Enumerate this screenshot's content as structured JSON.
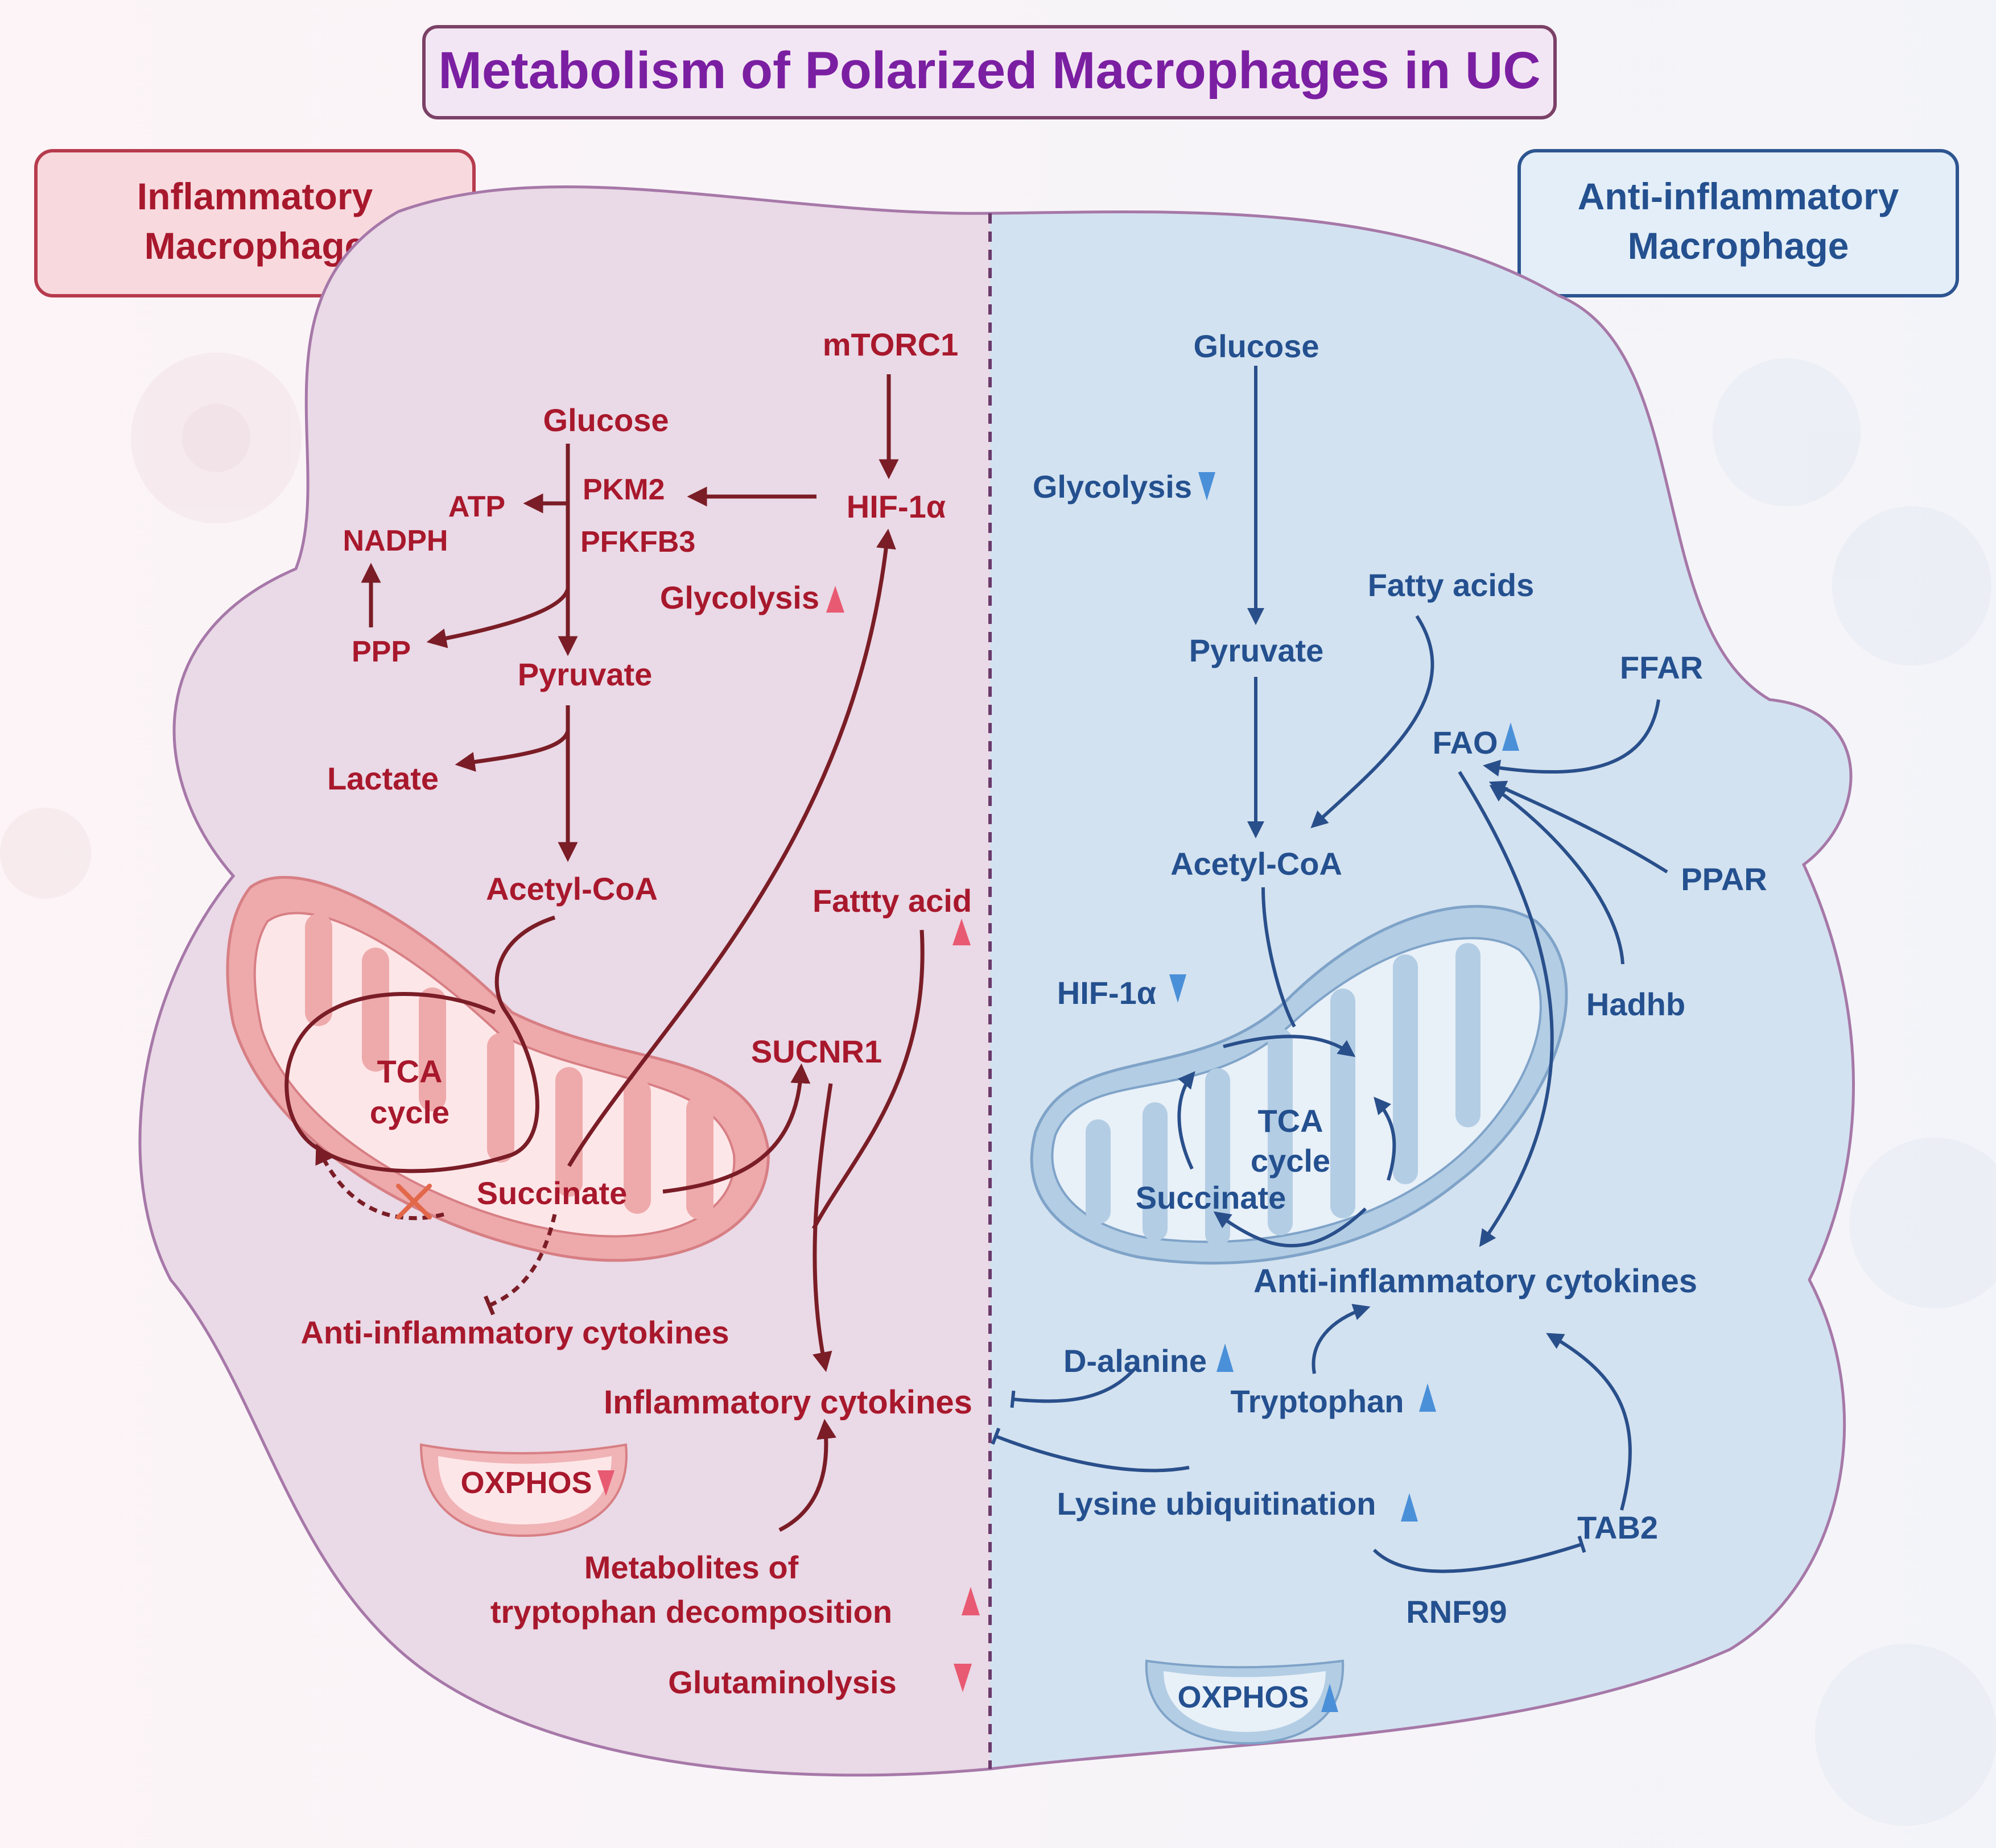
{
  "title": "Metabolism of Polarized Macrophages in UC",
  "colors": {
    "inflammatory_text": "#a8182c",
    "inflammatory_arrow": "#7a1d26",
    "inflammatory_cell": "#ead9e6",
    "anti_text": "#24508f",
    "anti_arrow": "#294f8b",
    "anti_cell": "#d3e2f0",
    "title": "#7b1fa2",
    "up_red": "#e85a72",
    "up_blue": "#4a90d9"
  },
  "inflammatory": {
    "header_line1": "Inflammatory",
    "header_line2": "Macrophage",
    "mtorc1": "mTORC1",
    "hif1a": "HIF-1α",
    "glucose": "Glucose",
    "pkm2": "PKM2",
    "pfkfb3": "PFKFB3",
    "atp": "ATP",
    "nadph": "NADPH",
    "ppp": "PPP",
    "glycolysis": "Glycolysis",
    "pyruvate": "Pyruvate",
    "lactate": "Lactate",
    "acetyl_coa": "Acetyl-CoA",
    "fatty_acid": "Fattty acid",
    "tca_line1": "TCA",
    "tca_line2": "cycle",
    "sucnr1": "SUCNR1",
    "succinate": "Succinate",
    "anti_cytokines": "Anti-inflammatory cytokines",
    "inflam_cytokines": "Inflammatory cytokines",
    "oxphos": "OXPHOS",
    "metabolites_line1": "Metabolites of",
    "metabolites_line2": "tryptophan decomposition",
    "glutaminolysis": "Glutaminolysis"
  },
  "anti": {
    "header_line1": "Anti-inflammatory",
    "header_line2": "Macrophage",
    "glucose": "Glucose",
    "glycolysis": "Glycolysis",
    "fatty_acids": "Fatty acids",
    "pyruvate": "Pyruvate",
    "ffar": "FFAR",
    "fao": "FAO",
    "acetyl_coa": "Acetyl-CoA",
    "ppar": "PPAR",
    "hif1a": "HIF-1α",
    "hadhb": "Hadhb",
    "tca_line1": "TCA",
    "tca_line2": "cycle",
    "succinate": "Succinate",
    "anti_cytokines": "Anti-inflammatory cytokines",
    "d_alanine": "D-alanine",
    "tryptophan": "Tryptophan",
    "lysine": "Lysine ubiquitination",
    "tab2": "TAB2",
    "rnf99": "RNF99",
    "oxphos": "OXPHOS"
  }
}
